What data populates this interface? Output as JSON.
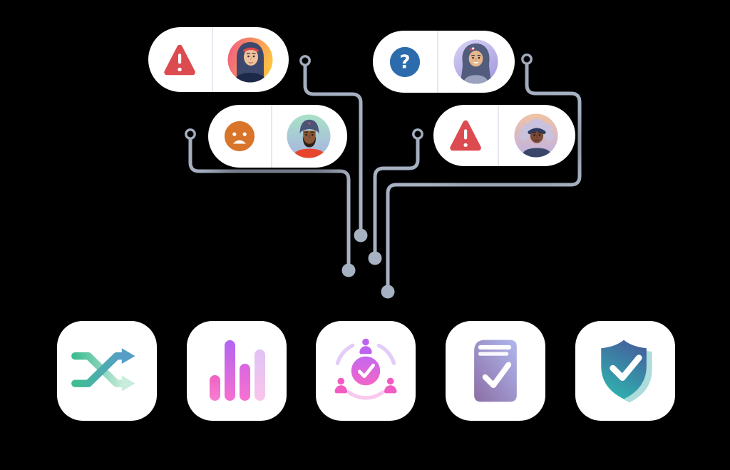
{
  "background": "#000000",
  "palette": {
    "connector_gray": "#a6b1c2",
    "pill_white": "#ffffff",
    "divider_gray": "#e7e8ef",
    "warning_red": "#dc4b4f",
    "sad_orange": "#d9742b",
    "question_blue": "#2c6cad",
    "shuffle_teal_gradient": [
      "#3fbd92",
      "#579ec6"
    ],
    "bars_gradient": [
      "#b266f2",
      "#f76ed0"
    ],
    "team_pink_gradient": [
      "#c468ee",
      "#f266c8"
    ],
    "book_purple_gradient": [
      "#b0b7f0",
      "#8b6fa4"
    ],
    "shield_gradient": [
      "#44609e",
      "#2fb3ae"
    ]
  },
  "glyphs": {
    "question_mark": "?"
  },
  "feedback_pills": [
    {
      "status_icon": "warning-triangle-icon",
      "status_color": "#dc4b4f",
      "avatar": "woman wearing navy hijab with red headband",
      "avatar_bg": [
        "#f2617e",
        "#ffc83e"
      ]
    },
    {
      "status_icon": "sad-face-icon",
      "status_color": "#d9742b",
      "avatar": "man wearing turban with beard and red shirt",
      "avatar_bg": [
        "#a9e2c6",
        "#a7b2e2"
      ]
    },
    {
      "status_icon": "question-mark-icon",
      "status_color": "#2c6cad",
      "avatar": "woman with long wavy dark hair and barrette",
      "avatar_bg": [
        "#d9d4f5",
        "#a79ddf"
      ]
    },
    {
      "status_icon": "warning-triangle-icon",
      "status_color": "#dc4b4f",
      "avatar": "person with curly lavender hair and navy headband",
      "avatar_bg": [
        "#f1c3a3",
        "#bdb1e5"
      ]
    }
  ],
  "connector_nodes": {
    "ring_count": 4,
    "dot_count": 4
  },
  "bottom_cards": [
    {
      "icon": "shuffle-arrows-icon"
    },
    {
      "icon": "bar-chart-icon",
      "bar_heights": [
        36,
        85,
        52,
        72
      ]
    },
    {
      "icon": "team-check-icon"
    },
    {
      "icon": "book-check-icon"
    },
    {
      "icon": "shield-check-icon"
    }
  ]
}
